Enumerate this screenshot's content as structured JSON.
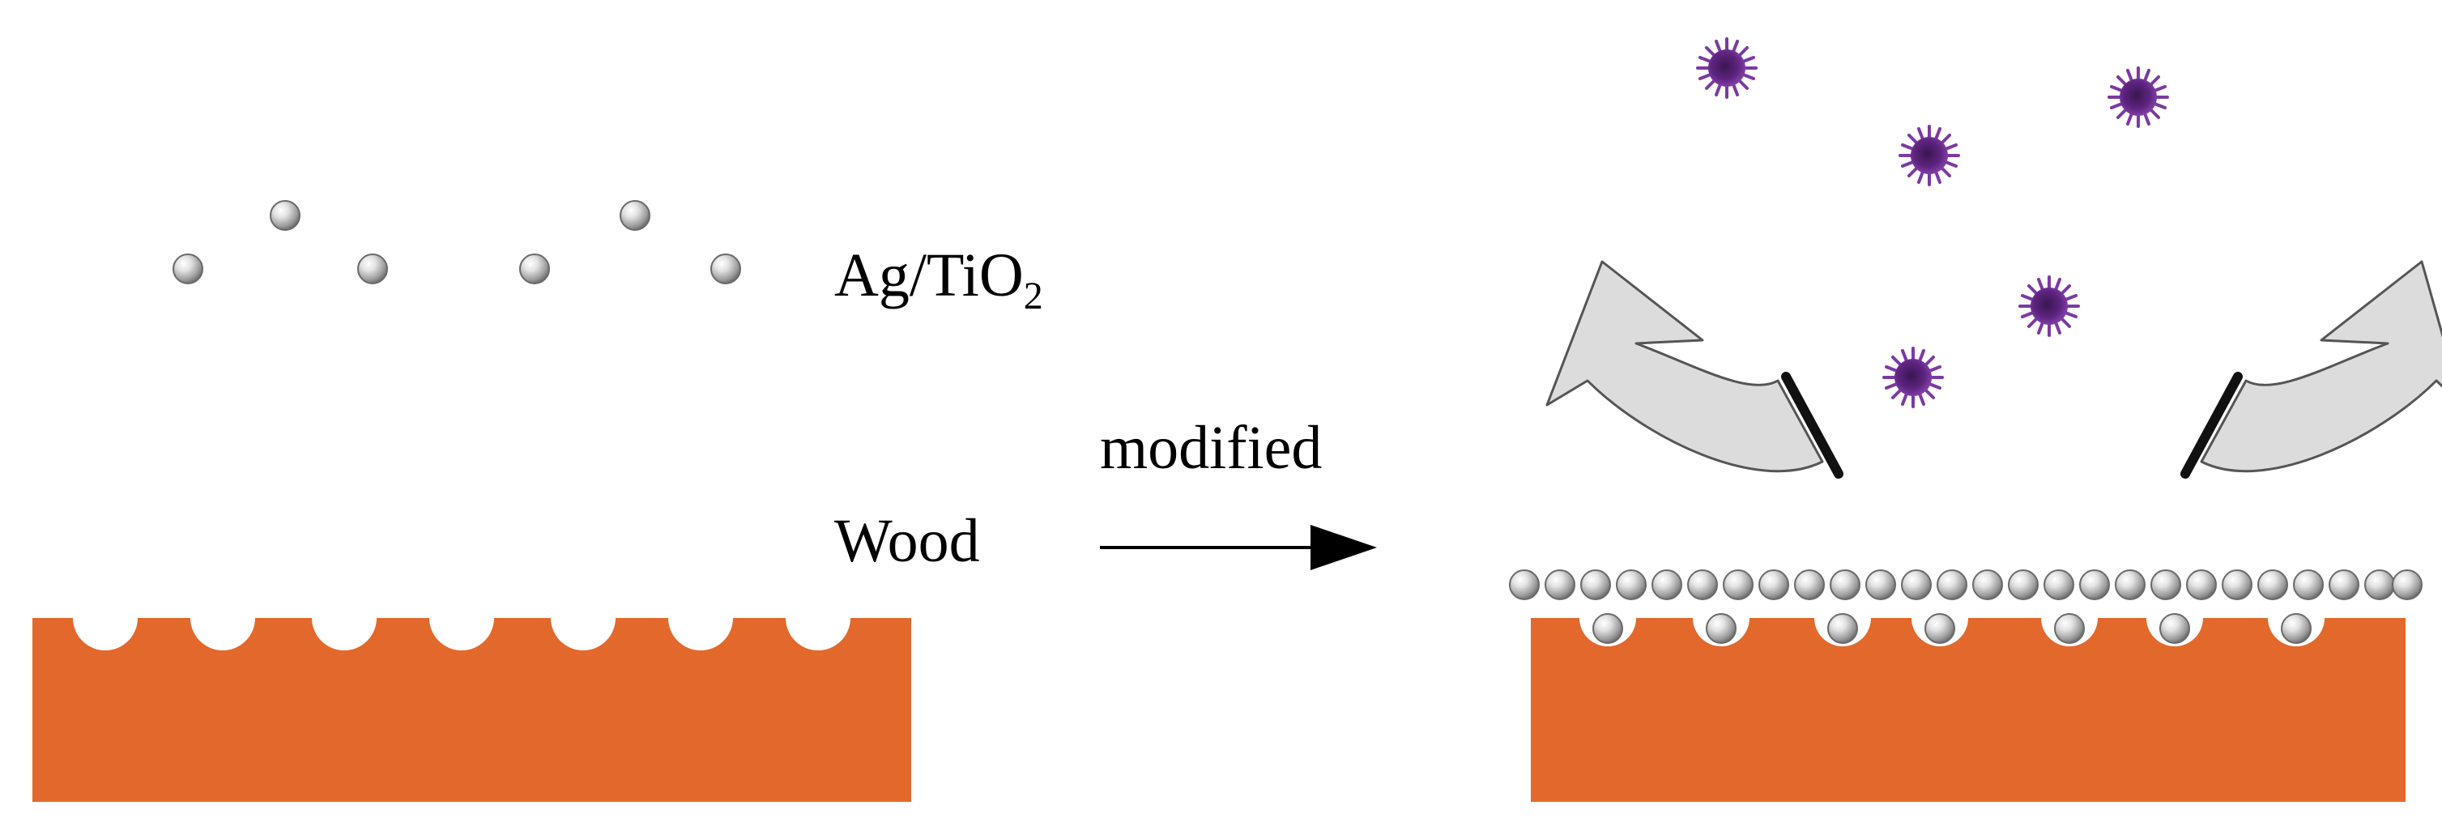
{
  "labels": {
    "material_main": "Ag/TiO",
    "material_subscript": "2",
    "process": "modified",
    "substrate": "Wood"
  },
  "colors": {
    "wood": "#e2692b",
    "particle_light": "#f4f4f4",
    "particle_dark": "#7a7a7a",
    "arrow_fill": "#dcdcdc",
    "arrow_edge": "#222222",
    "microbe": "#6a2a8e",
    "text": "#000000"
  },
  "icons": {
    "particle": "nanoparticle-sphere-icon",
    "microbe": "bacteria-microbe-icon",
    "repel_arrow": "curved-repel-arrow-icon"
  }
}
